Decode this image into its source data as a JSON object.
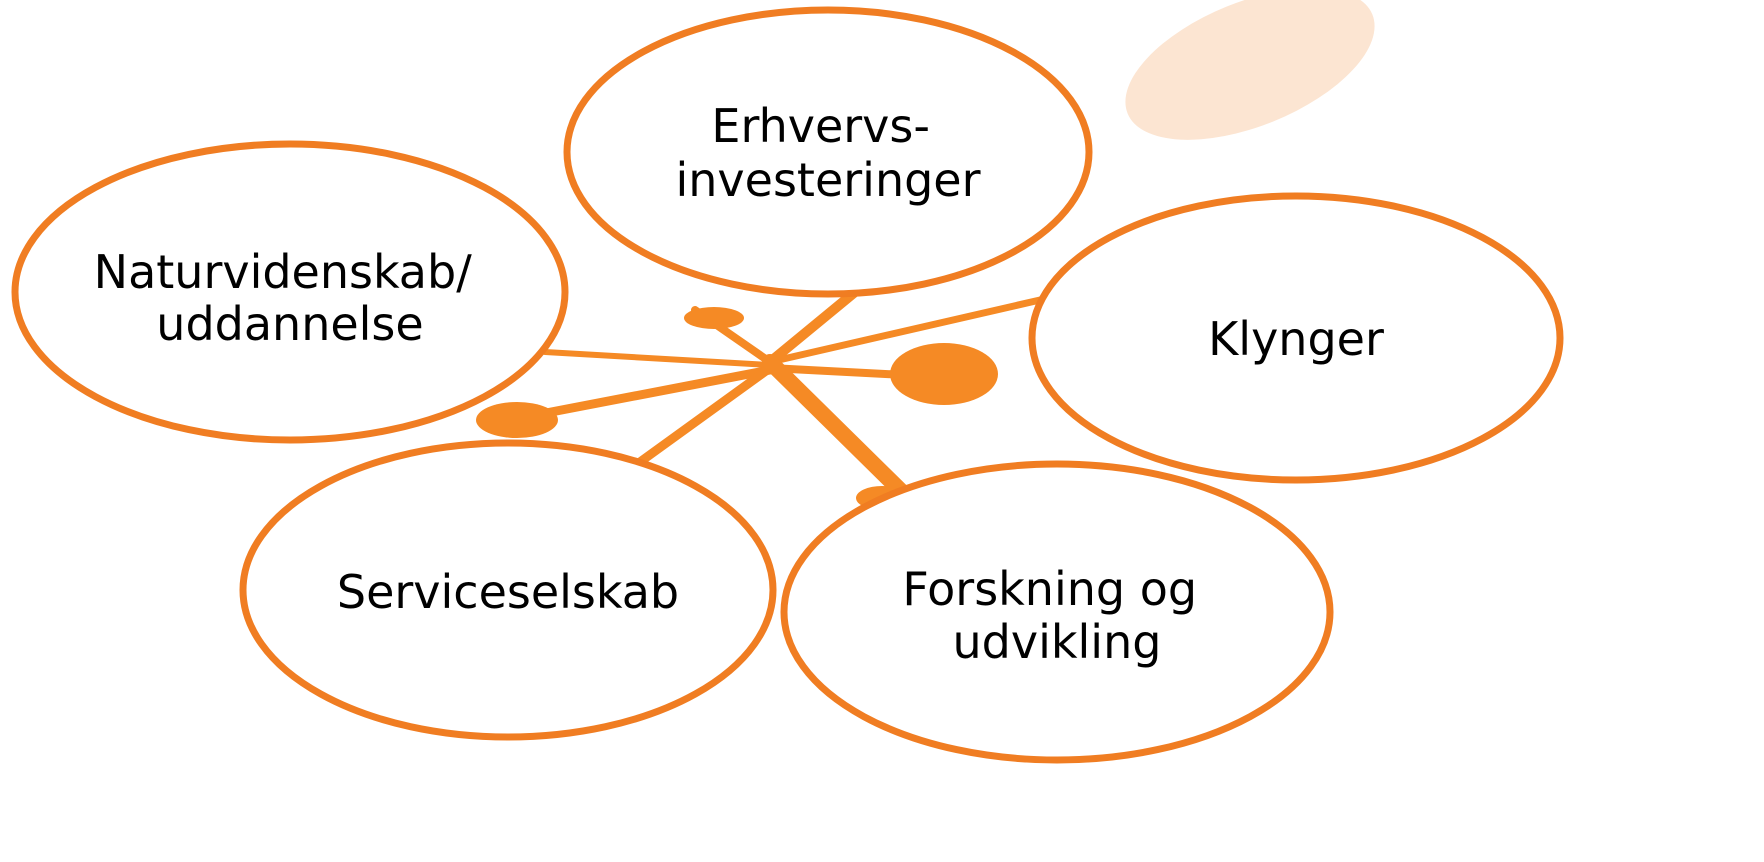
{
  "colors": {
    "accent": "#F07D22",
    "connector": "#F58A25",
    "blob": "#FCE5D2",
    "node_fill": "#FFFFFF",
    "text": "#000000"
  },
  "nodes": {
    "erhvervs": {
      "line1": "Erhvervs-",
      "line2": "investeringer"
    },
    "naturvidenskab": {
      "line1": "Naturvidenskab/",
      "line2": "uddannelse"
    },
    "klynger": {
      "line1": "Klynger"
    },
    "serviceselskab": {
      "line1": "Serviceselskab"
    },
    "forskning": {
      "line1": "Forskning og",
      "line2": "udvikling"
    }
  }
}
